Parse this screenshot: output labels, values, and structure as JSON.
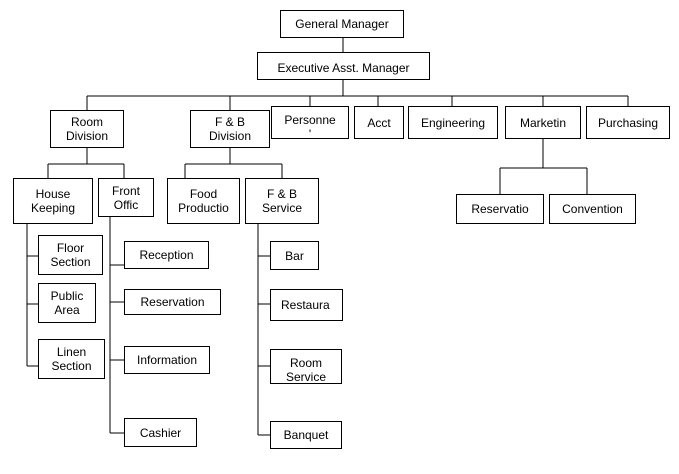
{
  "nodes": {
    "general_manager": "General Manager",
    "exec_asst_manager": "Executive Asst. Manager",
    "room_division": "Room\nDivision",
    "fb_division": "F & B\nDivision",
    "personnel": "Personne\n'",
    "acct": "Acct",
    "engineering": "Engineering",
    "marketing": "Marketin",
    "purchasing": "Purchasing",
    "house_keeping": "House\nKeeping",
    "front_office": "Front\nOffic",
    "food_production": "Food\nProductio",
    "fb_service": "F & B\nService",
    "reservation_mkt": "Reservatio",
    "convention": "Convention",
    "floor_section": "Floor\nSection",
    "public_area": "Public\nArea",
    "linen_section": "Linen\nSection",
    "reception": "Reception",
    "reservation_fo": "Reservation",
    "information": "Information",
    "cashier": "Cashier",
    "bar": "Bar",
    "restaurant": "Restaura",
    "room_service": "Room\nService",
    "banquet": "Banquet"
  }
}
